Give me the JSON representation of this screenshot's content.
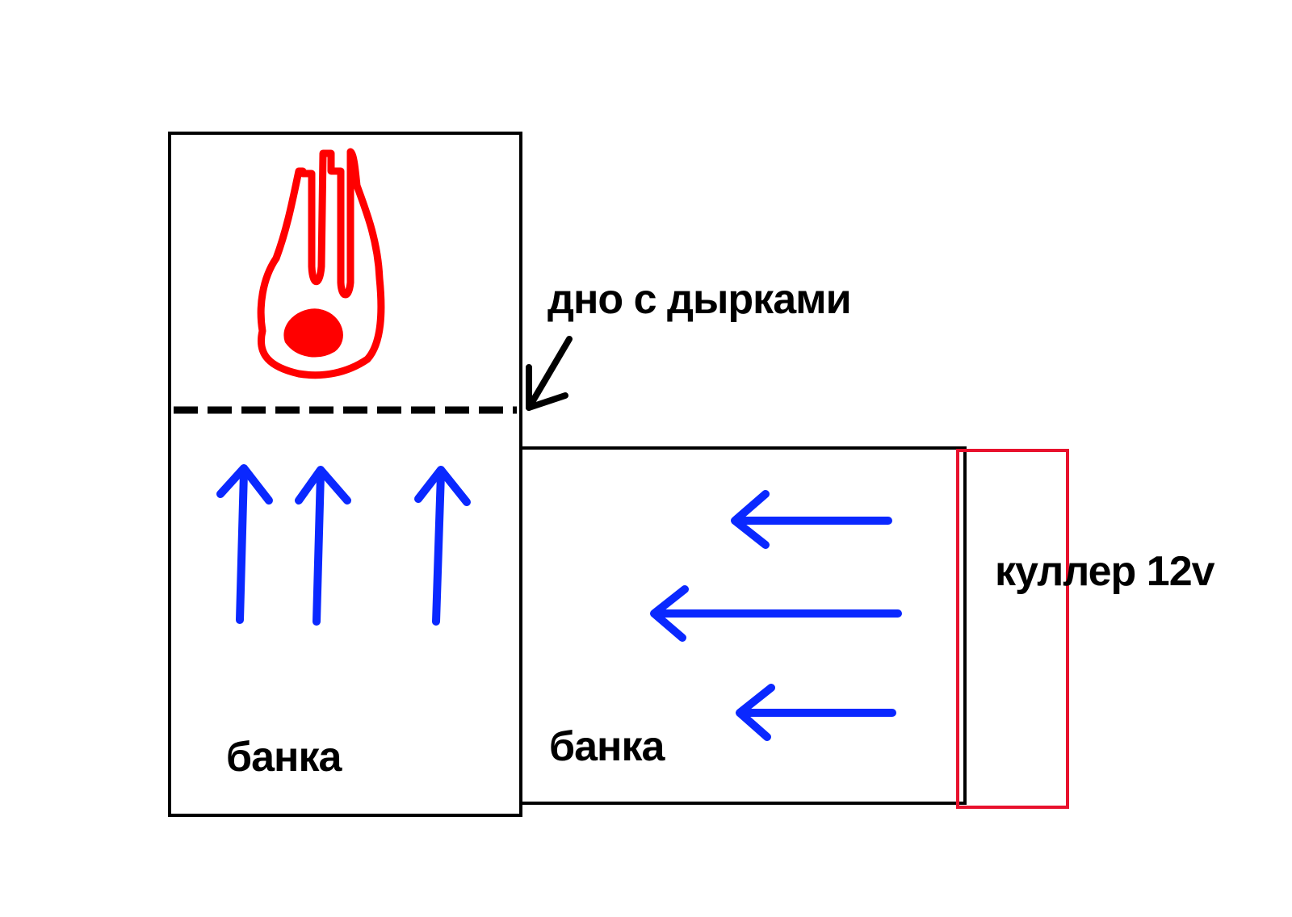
{
  "labels": {
    "bottom_with_holes": "дно с дырками",
    "can_left": "банка",
    "can_right": "банка",
    "cooler": "куллер 12v"
  },
  "icons": {
    "flame": "flame-icon",
    "pointer_arrow": "pointer-arrow-icon",
    "airflow_up": "arrow-up-icon",
    "airflow_left": "arrow-left-icon"
  },
  "colors": {
    "outline": "#000000",
    "flame": "#ff0000",
    "airflow": "#0a28ff",
    "cooler": "#e8112d"
  }
}
